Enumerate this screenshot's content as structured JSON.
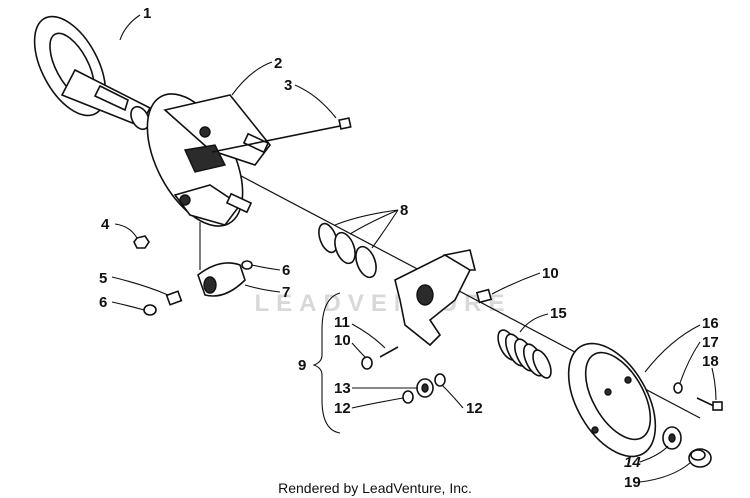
{
  "watermark": "LEADVENTURE",
  "footer": "Rendered by LeadVenture, Inc.",
  "callouts": [
    "1",
    "2",
    "3",
    "4",
    "5",
    "6",
    "6",
    "7",
    "8",
    "9",
    "10",
    "10",
    "11",
    "12",
    "12",
    "13",
    "14",
    "15",
    "16",
    "17",
    "18",
    "19"
  ]
}
